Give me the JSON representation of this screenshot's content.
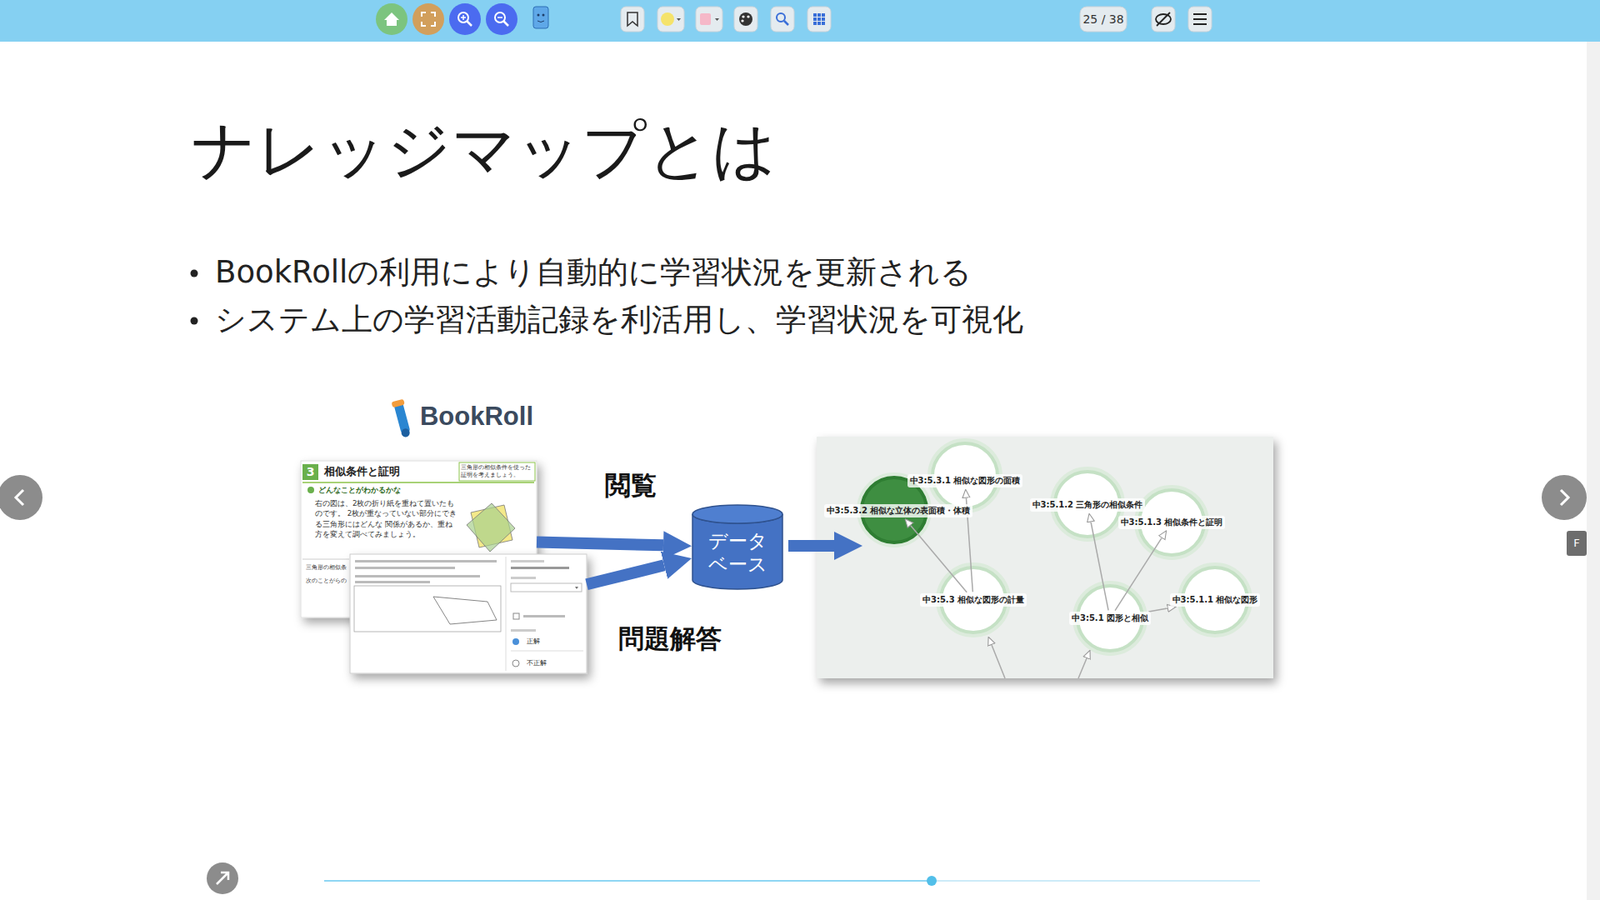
{
  "diagram": {
    "title": "ナレッジマップとは",
    "nodes": [
      {
        "text": [
          "3",
          "相似条件と証明",
          "三角形の相似条件を使った 証明を考えましょう。",
          "どんなことがわかるかな",
          "右の図は、2枚の折り紙を重ねて置いたものです。 2枚が重なっていない部分にできる三角形にはどんな 関係があるか、重ね方を変えて調べてみましょう。",
          "三角形の相似条",
          "次のことがらの"
        ]
      },
      {
        "text": [
          "正解",
          "不正解"
        ]
      },
      {
        "text": [
          "データ ベース"
        ]
      },
      {
        "text": [
          "中3:5.3.1 相似な図形の面積"
        ]
      },
      {
        "text": [
          "中3:5.3.2 相似な立体の表面積・体積"
        ]
      },
      {
        "text": [
          "中3:5.1.2 三角形の相似条件"
        ]
      },
      {
        "text": [
          "中3:5.1.3 相似条件と証明"
        ]
      },
      {
        "text": [
          "中3:5.3 相似な図形の計量"
        ]
      },
      {
        "text": [
          "中3:5.1 図形と相似"
        ]
      },
      {
        "text": [
          "中3:5.1.1 相似な図形"
        ]
      }
    ],
    "edges": [
      {
        "from": 0,
        "to": 2,
        "label": "閲覧",
        "arrow": "to"
      },
      {
        "from": 1,
        "to": 2,
        "label": "問題解答",
        "arrow": "to"
      },
      {
        "from": 7,
        "to": 4,
        "arrow": "to"
      },
      {
        "from": 7,
        "to": 3,
        "arrow": "to"
      },
      {
        "from": 8,
        "to": 5,
        "arrow": "to"
      },
      {
        "from": 8,
        "to": 6,
        "arrow": "to"
      },
      {
        "from": 8,
        "to": 9,
        "arrow": "to"
      }
    ],
    "labels": [
      "25 / 38",
      "BookRollの利用により自動的に学習状況を更新される",
      "システム上の学習活動記録を利活用し、学習状況を可視化",
      "BookRoll",
      "F"
    ]
  }
}
